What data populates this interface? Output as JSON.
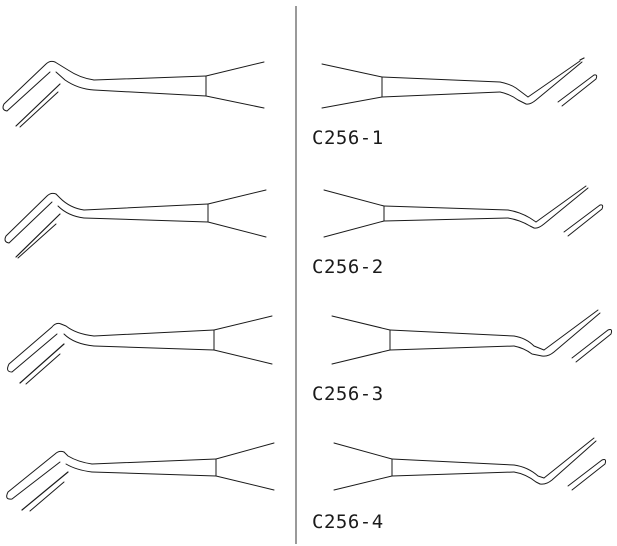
{
  "instruments": [
    {
      "code": "C256-1"
    },
    {
      "code": "C256-2"
    },
    {
      "code": "C256-3"
    },
    {
      "code": "C256-4"
    }
  ],
  "colors": {
    "stroke": "#1a1a1a",
    "divider": "#9a9a9a",
    "background": "#ffffff"
  }
}
